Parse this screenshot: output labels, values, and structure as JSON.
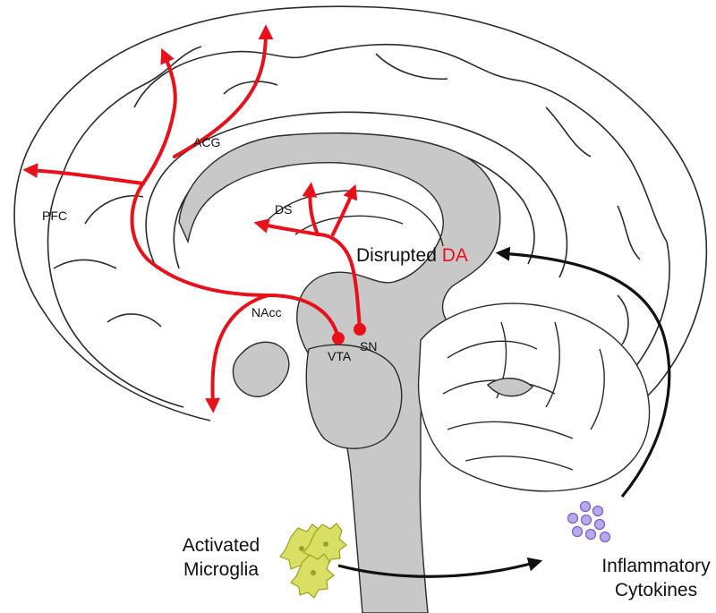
{
  "labels": {
    "acg": "ACG",
    "pfc": "PFC",
    "ds": "DS",
    "nacc": "NAcc",
    "vta": "VTA",
    "sn": "SN",
    "disrupted": "Disrupted",
    "da": "DA",
    "activated": "Activated",
    "microglia": "Microglia",
    "inflammatory": "Inflammatory",
    "cytokines": "Cytokines"
  },
  "colors": {
    "pathway": "#e8101a",
    "outline": "#2b2b2b",
    "gray_matter": "#c8c8c8",
    "microglia_fill": "#d8df62",
    "cytokine_fill": "#b9a8ec",
    "cytokine_stroke": "#7b64c8"
  },
  "icons": [
    "brain-sagittal-illustration",
    "microglia-cluster-icon",
    "cytokine-cluster-icon"
  ]
}
